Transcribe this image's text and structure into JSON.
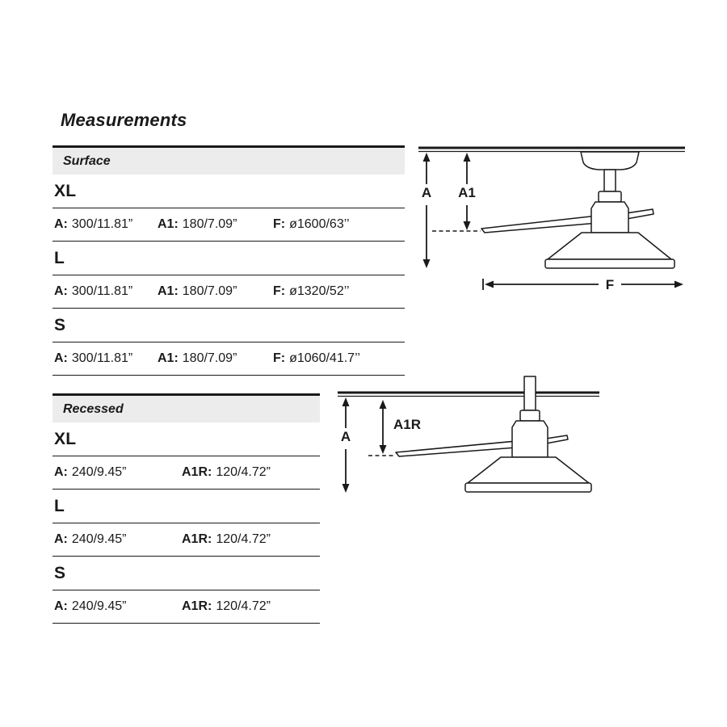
{
  "title": "Measurements",
  "surface": {
    "header": "Surface",
    "rows": [
      {
        "size": "XL",
        "specs": [
          {
            "label": "A:",
            "value": "300/11.81”"
          },
          {
            "label": "A1:",
            "value": "180/7.09”"
          },
          {
            "label": "F:",
            "value": "ø1600/63’’"
          }
        ]
      },
      {
        "size": "L",
        "specs": [
          {
            "label": "A:",
            "value": "300/11.81”"
          },
          {
            "label": "A1:",
            "value": "180/7.09”"
          },
          {
            "label": "F:",
            "value": "ø1320/52’’"
          }
        ]
      },
      {
        "size": "S",
        "specs": [
          {
            "label": "A:",
            "value": "300/11.81”"
          },
          {
            "label": "A1:",
            "value": "180/7.09”"
          },
          {
            "label": "F:",
            "value": "ø1060/41.7’’"
          }
        ]
      }
    ],
    "diagram": {
      "label_a": "A",
      "label_a1": "A1",
      "label_f": "F"
    }
  },
  "recessed": {
    "header": "Recessed",
    "rows": [
      {
        "size": "XL",
        "specs": [
          {
            "label": "A:",
            "value": "240/9.45”"
          },
          {
            "label": "A1R:",
            "value": "120/4.72”"
          }
        ]
      },
      {
        "size": "L",
        "specs": [
          {
            "label": "A:",
            "value": "240/9.45”"
          },
          {
            "label": "A1R:",
            "value": "120/4.72”"
          }
        ]
      },
      {
        "size": "S",
        "specs": [
          {
            "label": "A:",
            "value": "240/9.45”"
          },
          {
            "label": "A1R:",
            "value": "120/4.72”"
          }
        ]
      }
    ],
    "diagram": {
      "label_a": "A",
      "label_a1r": "A1R"
    }
  }
}
